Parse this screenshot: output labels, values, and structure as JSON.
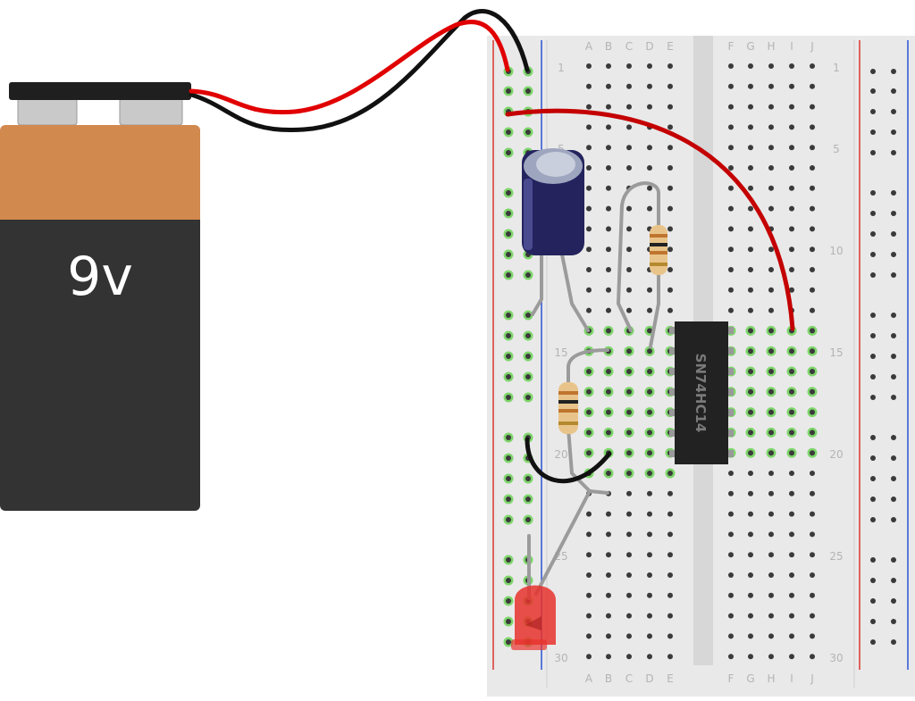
{
  "battery": {
    "label": "9v",
    "color_top": "#d2894e",
    "color_body": "#333333"
  },
  "chip": {
    "label": "SN74HC14"
  },
  "breadboard": {
    "columns_left": [
      "A",
      "B",
      "C",
      "D",
      "E"
    ],
    "columns_right": [
      "F",
      "G",
      "H",
      "I",
      "J"
    ],
    "row_numbers": [
      "1",
      "5",
      "10",
      "15",
      "20",
      "25",
      "30"
    ],
    "row_numbers_left_side": [
      "1",
      "5",
      "10",
      "15",
      "20",
      "25",
      "30"
    ]
  },
  "colors": {
    "board": "#e9e9e9",
    "rail_red": "#d9392f",
    "rail_blue": "#2b52d4",
    "wire_red": "#e10000",
    "wire_black": "#111111",
    "lead_gray": "#9b9b9b",
    "capacitor": "#24235e",
    "led": "#e8332d",
    "pad_green": "#7ed56b"
  }
}
